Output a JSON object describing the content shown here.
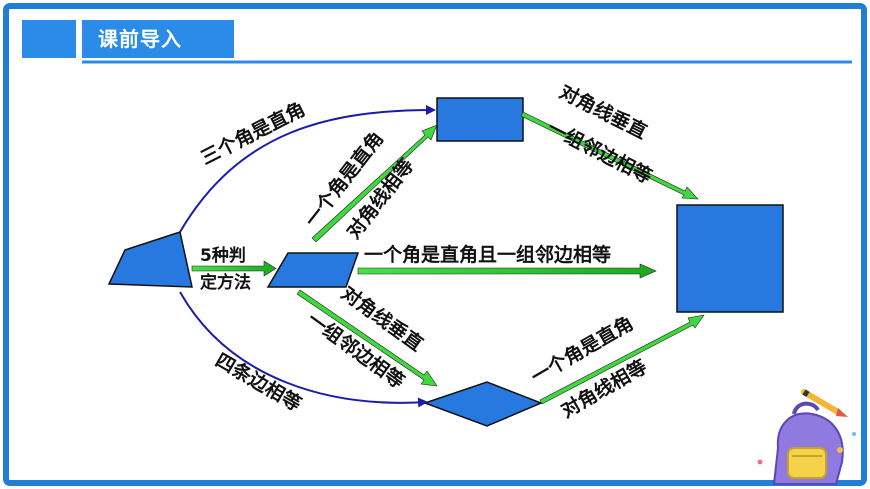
{
  "header": {
    "title": "课前导入"
  },
  "diagram": {
    "start_label_line1": "5种判",
    "start_label_line2": "定方法",
    "edges": {
      "quad_to_rect_top": "三个角是直角",
      "quad_to_rhombus_bottom": "四条边相等",
      "para_to_rect_a": "一个角是直角",
      "para_to_rect_b": "对角线相等",
      "para_to_square": "一个角是直角且一组邻边相等",
      "para_to_rhombus_a": "对角线垂直",
      "para_to_rhombus_b": "一组邻边相等",
      "rect_to_square_a": "对角线垂直",
      "rect_to_square_b": "一组邻边相等",
      "rhombus_to_square_a": "一个角是直角",
      "rhombus_to_square_b": "对角线相等"
    }
  },
  "colors": {
    "accent": "#2a8ce8",
    "frame": "#1f7fd6",
    "shape_fill": "#2779e0",
    "curve": "#1c1ca8",
    "arrow_green": "#2ecc2e",
    "text": "#111111"
  }
}
